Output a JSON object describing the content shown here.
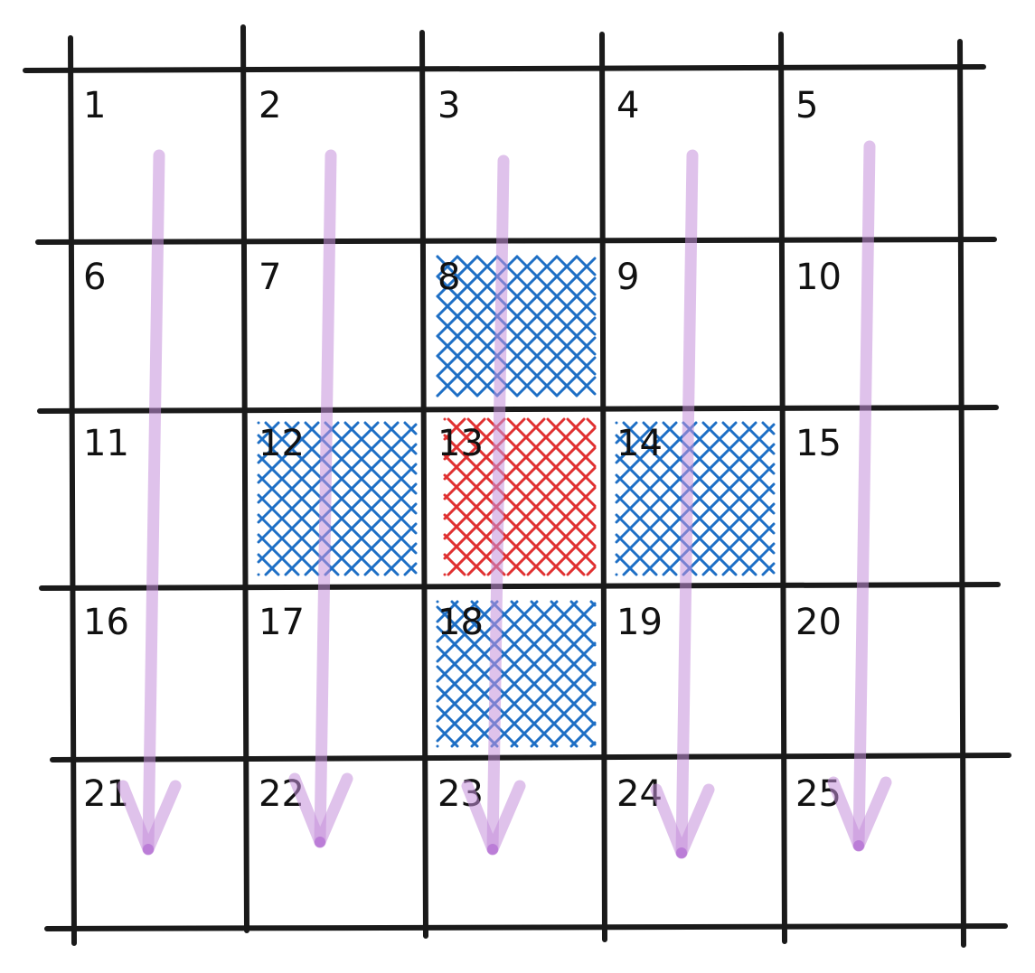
{
  "grid": {
    "rows": 5,
    "cols": 5,
    "cells": [
      {
        "label": "1"
      },
      {
        "label": "2"
      },
      {
        "label": "3"
      },
      {
        "label": "4"
      },
      {
        "label": "5"
      },
      {
        "label": "6"
      },
      {
        "label": "7"
      },
      {
        "label": "8",
        "fill": "neighbor"
      },
      {
        "label": "9"
      },
      {
        "label": "10"
      },
      {
        "label": "11"
      },
      {
        "label": "12",
        "fill": "neighbor"
      },
      {
        "label": "13",
        "fill": "center"
      },
      {
        "label": "14",
        "fill": "neighbor"
      },
      {
        "label": "15"
      },
      {
        "label": "16"
      },
      {
        "label": "17"
      },
      {
        "label": "18",
        "fill": "neighbor"
      },
      {
        "label": "19"
      },
      {
        "label": "20"
      },
      {
        "label": "21"
      },
      {
        "label": "22"
      },
      {
        "label": "23"
      },
      {
        "label": "24"
      },
      {
        "label": "25"
      }
    ]
  },
  "arrows": {
    "direction": "down",
    "count": 5
  },
  "colors": {
    "grid_line": "#1a1a1a",
    "neighbor_hatch": "#1e6fc5",
    "center_hatch": "#e03131",
    "arrow": "#c48fdb"
  }
}
